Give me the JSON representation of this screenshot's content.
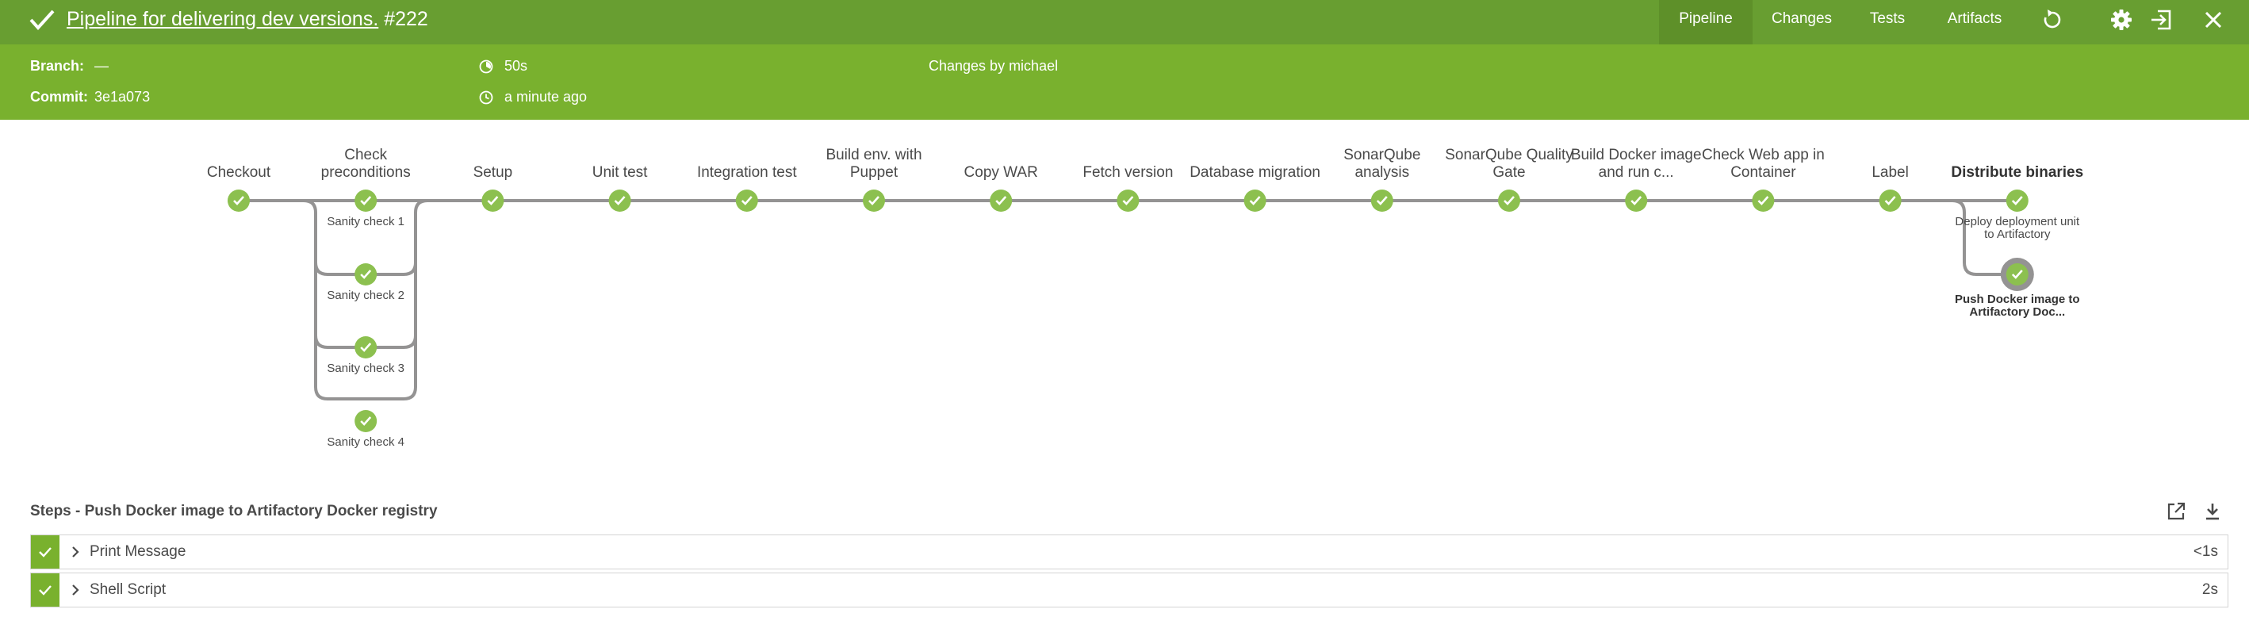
{
  "header": {
    "title": "Pipeline for delivering dev versions.",
    "run_number": "#222",
    "tabs": [
      {
        "label": "Pipeline",
        "active": true
      },
      {
        "label": "Changes",
        "active": false
      },
      {
        "label": "Tests",
        "active": false
      },
      {
        "label": "Artifacts",
        "active": false
      }
    ],
    "icons": [
      "replay-icon",
      "settings-icon",
      "logout-icon",
      "close-icon"
    ]
  },
  "summary": {
    "branch_label": "Branch:",
    "branch_value": "—",
    "commit_label": "Commit:",
    "commit_value": "3e1a073",
    "duration": "50s",
    "started": "a minute ago",
    "changes": "Changes by michael"
  },
  "pipeline": {
    "stages": [
      {
        "label": "Checkout"
      },
      {
        "label": "Check preconditions",
        "parallel": [
          "Sanity check 1",
          "Sanity check 2",
          "Sanity check 3",
          "Sanity check 4"
        ]
      },
      {
        "label": "Setup"
      },
      {
        "label": "Unit test"
      },
      {
        "label": "Integration test"
      },
      {
        "label": "Build env. with Puppet"
      },
      {
        "label": "Copy WAR"
      },
      {
        "label": "Fetch version"
      },
      {
        "label": "Database migration"
      },
      {
        "label": "SonarQube analysis"
      },
      {
        "label": "SonarQube Quality Gate"
      },
      {
        "label": "Build Docker image and run c..."
      },
      {
        "label": "Check Web app in Container"
      },
      {
        "label": "Label"
      },
      {
        "label": "Distribute binaries",
        "selected": true,
        "parallel": [
          "Deploy deployment unit to Artifactory",
          "Push Docker image to Artifactory Doc..."
        ]
      }
    ],
    "status": "success",
    "colors": {
      "success": "#8cc04f",
      "line": "#949393",
      "header": "#689e31",
      "subheader": "#79b12e"
    }
  },
  "steps": {
    "title": "Steps - Push Docker image to Artifactory Docker registry",
    "items": [
      {
        "name": "Print Message",
        "duration": "<1s"
      },
      {
        "name": "Shell Script",
        "duration": "2s"
      }
    ]
  }
}
